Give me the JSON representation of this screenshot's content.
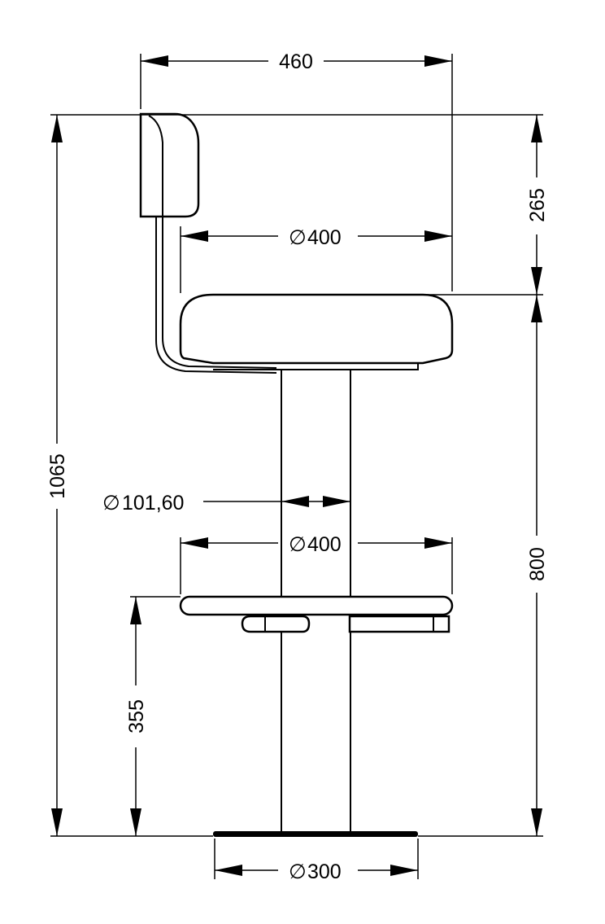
{
  "drawing": {
    "subject": "bar stool with backrest",
    "dimensions": {
      "overall_width": "460",
      "backrest_height": "265",
      "seat_diameter": "400",
      "column_diameter": "101,60",
      "footring_diameter": "400",
      "overall_height": "1065",
      "seat_height": "800",
      "footring_height": "355",
      "base_diameter": "300"
    },
    "diameter_symbol": "∅"
  }
}
